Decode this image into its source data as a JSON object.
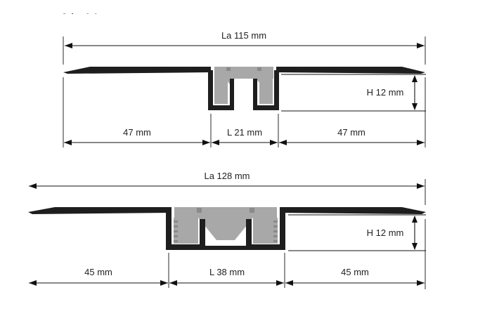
{
  "header_fragment": "Schn. A-A",
  "profiles": [
    {
      "total_width_label": "La 115 mm",
      "height_label": "H 12 mm",
      "left_width_label": "47 mm",
      "center_width_label": "L 21 mm",
      "right_width_label": "47 mm"
    },
    {
      "total_width_label": "La 128 mm",
      "height_label": "H 12 mm",
      "left_width_label": "45 mm",
      "center_width_label": "L 38 mm",
      "right_width_label": "45 mm"
    }
  ],
  "colors": {
    "profile": "#1e1e1e",
    "insert": "#a8a8a8",
    "lines": "#111111",
    "text": "#222222"
  }
}
